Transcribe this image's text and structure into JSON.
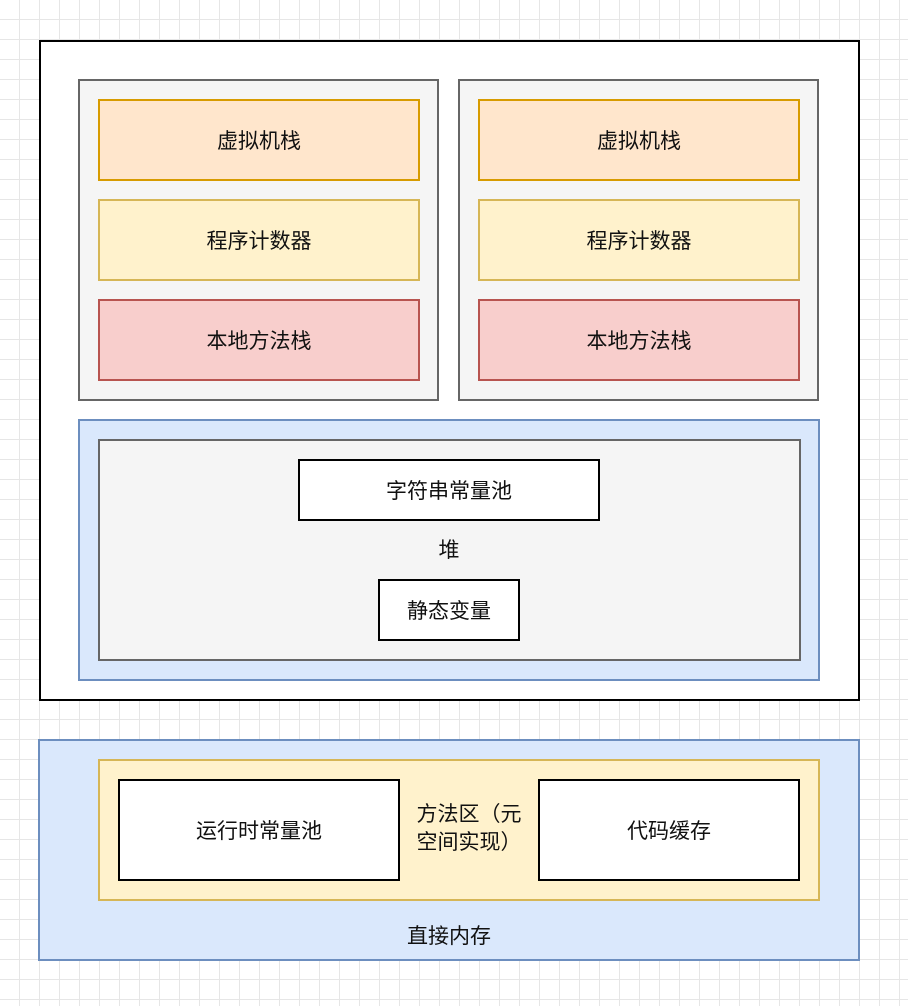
{
  "thread_left": {
    "vm_stack": "虚拟机栈",
    "program_counter": "程序计数器",
    "native_stack": "本地方法栈"
  },
  "thread_right": {
    "vm_stack": "虚拟机栈",
    "program_counter": "程序计数器",
    "native_stack": "本地方法栈"
  },
  "heap": {
    "label": "堆",
    "string_pool": "字符串常量池",
    "static_vars": "静态变量"
  },
  "direct_memory": {
    "label": "直接内存",
    "method_area": {
      "label_line1": "方法区（元",
      "label_line2": "空间实现）",
      "runtime_constant_pool": "运行时常量池",
      "code_cache": "代码缓存"
    }
  },
  "colors": {
    "vm_stack_fill": "#ffe6cc",
    "vm_stack_stroke": "#d79b00",
    "pc_fill": "#fff2cc",
    "pc_stroke": "#d6b656",
    "native_fill": "#f8cecc",
    "native_stroke": "#b85450",
    "blue_fill": "#dae8fc",
    "blue_stroke": "#6c8ebf",
    "gray_fill": "#f5f5f5",
    "gray_stroke": "#666666"
  }
}
